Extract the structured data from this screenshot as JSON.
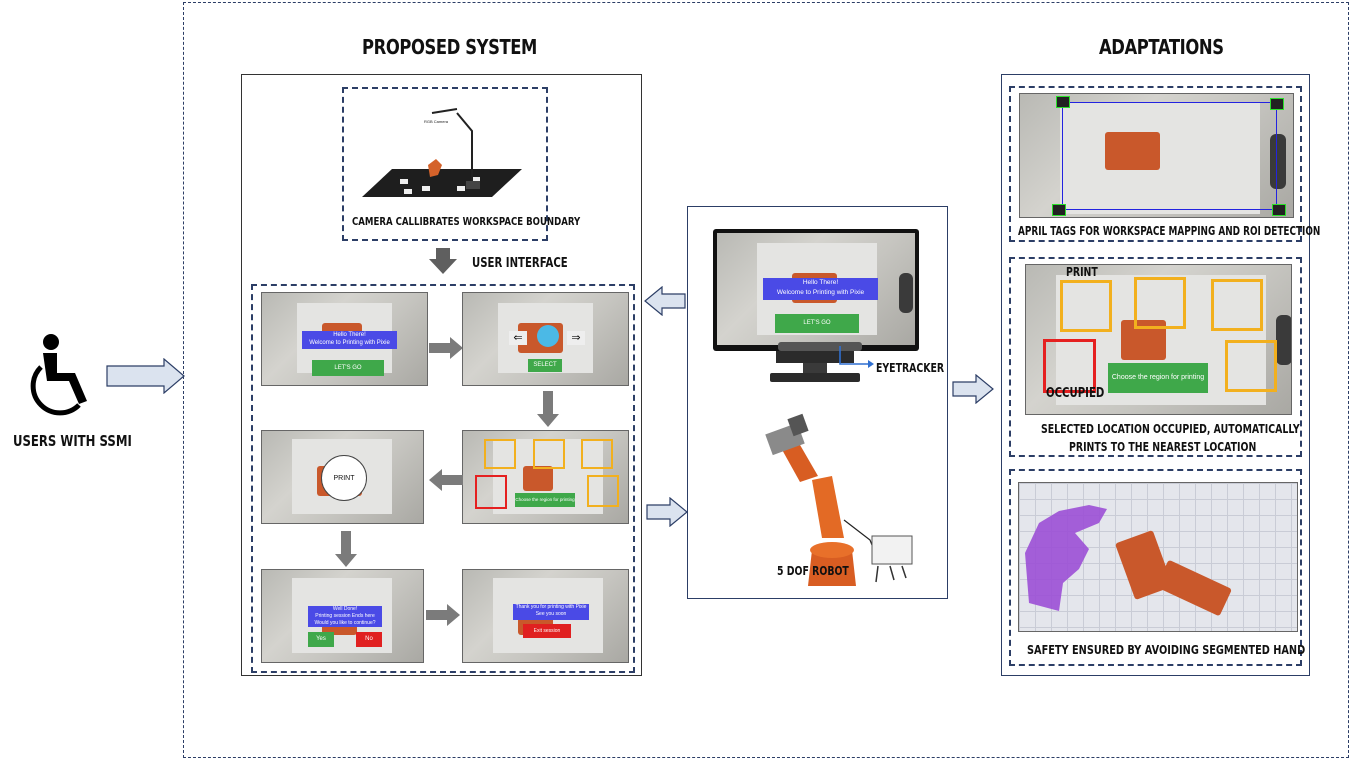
{
  "headings": {
    "proposed": "PROPOSED SYSTEM",
    "adaptations": "ADAPTATIONS"
  },
  "users": {
    "label": "USERS WITH SSMI"
  },
  "camera": {
    "caption": "CAMERA CALLIBRATES WORKSPACE BOUNDARY",
    "tiny_label": "RGB Camera"
  },
  "user_interface": {
    "label": "USER INTERFACE"
  },
  "ui_screens": {
    "s1": {
      "line1": "Hello There!",
      "line2": "Welcome to Printing with Pixie",
      "button": "LET'S GO"
    },
    "s2": {
      "button": "SELECT"
    },
    "s3": {
      "prompt": "Choose the region for printing"
    },
    "s4": {
      "print": "PRINT"
    },
    "s5": {
      "line1": "Well Done!",
      "line2": "Printing session Ends here",
      "line3": "Would you like to continue?",
      "yes": "Yes",
      "no": "No"
    },
    "s6": {
      "line1": "Thank you for printing with Pixie",
      "line2": "See you soon",
      "button": "Exit session"
    }
  },
  "monitor": {
    "line1": "Hello There!",
    "line2": "Welcome to Printing with Pixie",
    "button": "LET'S GO",
    "eyetracker": "EYETRACKER"
  },
  "robot": {
    "label": "5 DOF ROBOT"
  },
  "adaptations": {
    "a1": "APRIL TAGS FOR WORKSPACE MAPPING AND ROI DETECTION",
    "a2_print": "PRINT",
    "a2_occupied": "OCCUPIED",
    "a2_prompt": "Choose the region for printing",
    "a2_caption_line1": "SELECTED LOCATION OCCUPIED, AUTOMATICALLY",
    "a2_caption_line2": "PRINTS TO THE NEAREST LOCATION",
    "a3": "SAFETY ENSURED BY AVOIDING SEGMENTED HAND"
  },
  "colors": {
    "border": "#2c3e66",
    "arrow_fill": "#dbe3ef",
    "arrow_dark": "#5f5f5f",
    "yellow_box": "#f2b01e",
    "red_box": "#e52020",
    "ui_blue": "#4a4ae6",
    "ui_green": "#3fa84a",
    "hand_purple": "#9b4fd6"
  }
}
